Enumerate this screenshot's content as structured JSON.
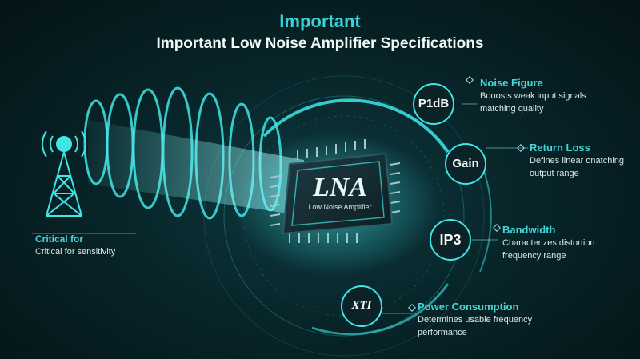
{
  "header": {
    "title": "Important",
    "subtitle": "Important Low Noise Amplifier Specifications"
  },
  "chip": {
    "name": "LNA",
    "subtitle": "Low Noise Amplifier"
  },
  "nodes": [
    {
      "label": "P1dB"
    },
    {
      "label": "Gain"
    },
    {
      "label": "IP3"
    },
    {
      "label": "XTI"
    }
  ],
  "specs": [
    {
      "title": "Noise Figure",
      "desc": [
        "Booosts weak input signals",
        "matching quality"
      ]
    },
    {
      "title": "Return Loss",
      "desc": [
        "Defines linear onatching",
        "output range"
      ]
    },
    {
      "title": "Bandwidth",
      "desc": [
        "Characterizes distortion",
        "frequency range"
      ]
    },
    {
      "title": "Power Consumption",
      "desc": [
        "Determines usable frequency",
        "performance"
      ]
    }
  ],
  "left_note": {
    "title": "Critical for",
    "desc": "Critical for sensitivity"
  },
  "colors": {
    "accent": "#39d3d6",
    "background": "#082529"
  },
  "icons": [
    "antenna-tower-icon",
    "signal-wave-icon",
    "chip-icon"
  ]
}
